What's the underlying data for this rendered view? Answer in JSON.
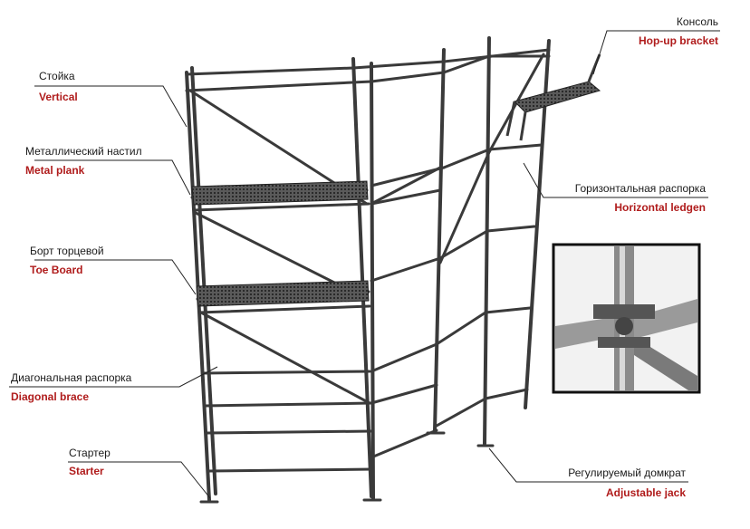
{
  "labels": {
    "vertical": {
      "ru": "Стойка",
      "en": "Vertical"
    },
    "metal_plank": {
      "ru": "Металлический настил",
      "en": "Metal plank"
    },
    "toe_board": {
      "ru": "Борт торцевой",
      "en": "Toe Board"
    },
    "diagonal_brace": {
      "ru": "Диагональная распорка",
      "en": "Diagonal brace"
    },
    "starter": {
      "ru": "Стартер",
      "en": "Starter"
    },
    "hop_up_bracket": {
      "ru": "Консоль",
      "en": "Hop-up bracket"
    },
    "horizontal_ledger": {
      "ru": "Горизонтальная распорка",
      "en": "Horizontal ledgen"
    },
    "adjustable_jack": {
      "ru": "Регулируемый домкрат",
      "en": "Adjustable jack"
    }
  },
  "colors": {
    "structure": "#3a3a3a",
    "label_en": "#b01c1c",
    "label_ru": "#1a1a1a"
  }
}
